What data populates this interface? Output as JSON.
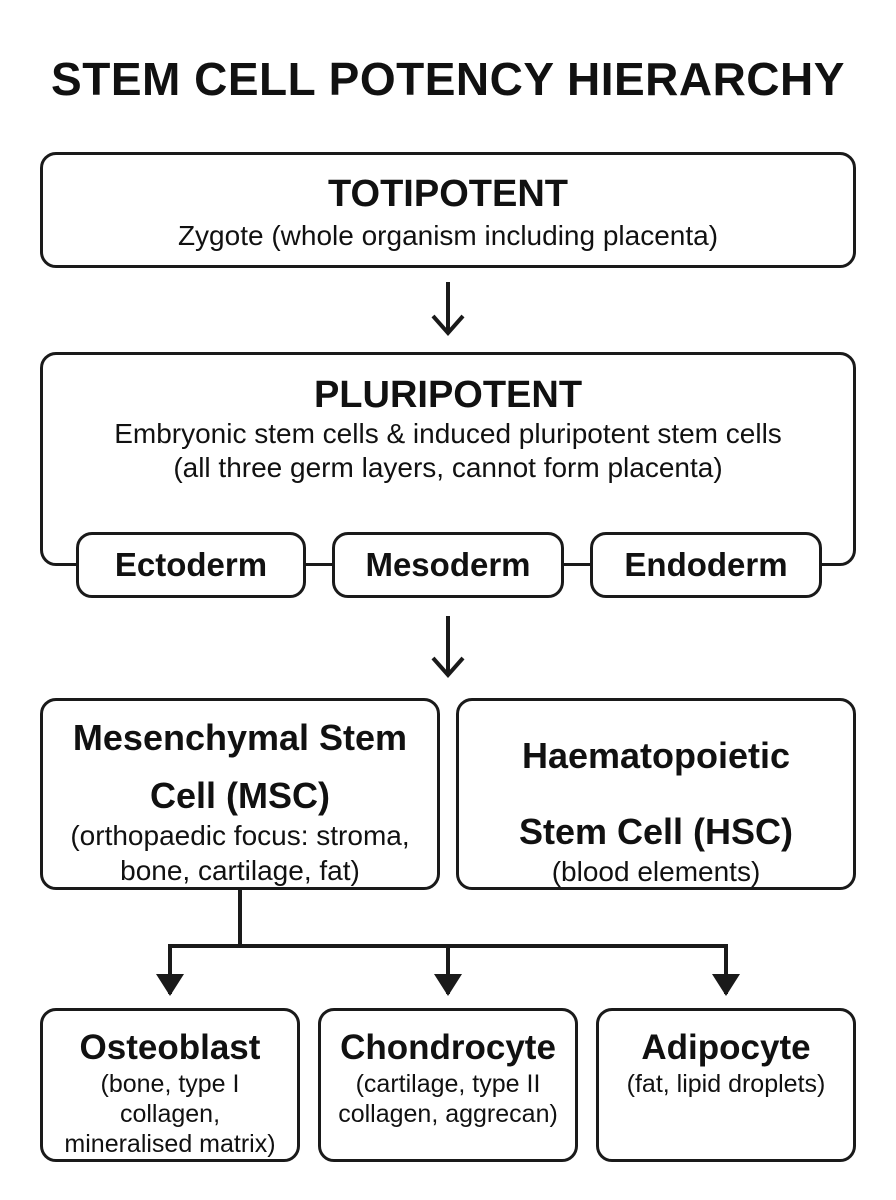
{
  "title": "STEM CELL POTENCY HIERARCHY",
  "totipotent": {
    "title": "TOTIPOTENT",
    "description": "Zygote (whole organism including placenta)"
  },
  "pluripotent": {
    "title": "PLURIPOTENT",
    "description_line1": "Embryonic stem cells & induced pluripotent stem cells",
    "description_line2": "(all three germ layers, cannot form placenta)"
  },
  "germ_layers": [
    "Ectoderm",
    "Mesoderm",
    "Endoderm"
  ],
  "stem_cells": {
    "msc": {
      "title_line1": "Mesenchymal Stem",
      "title_line2": "Cell (MSC)",
      "description_line1": "(orthopaedic focus: stroma,",
      "description_line2": "bone, cartilage, fat)"
    },
    "hsc": {
      "title_line1": "Haematopoietic",
      "title_line2": "Stem Cell (HSC)",
      "description": "(blood elements)"
    }
  },
  "mature_cells": [
    {
      "title": "Osteoblast",
      "description_lines": [
        "(bone, type I",
        "collagen,",
        "mineralised matrix)"
      ]
    },
    {
      "title": "Chondrocyte",
      "description_lines": [
        "(cartilage, type II",
        "collagen, aggrecan)"
      ]
    },
    {
      "title": "Adipocyte",
      "description_lines": [
        "(fat, lipid droplets)"
      ]
    }
  ]
}
